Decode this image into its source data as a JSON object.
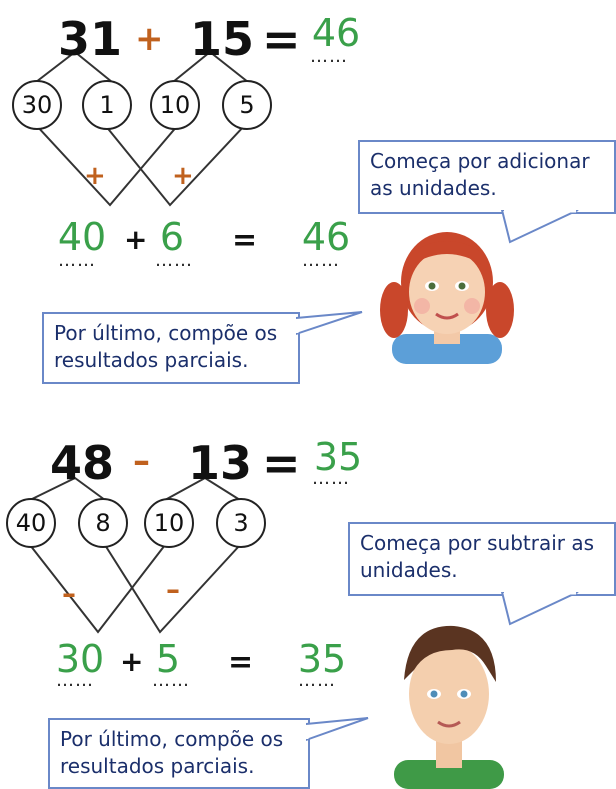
{
  "section1": {
    "equation": {
      "a": "31",
      "op": "+",
      "b": "15",
      "eq": "=",
      "answer": "46"
    },
    "parts": [
      "30",
      "1",
      "10",
      "5"
    ],
    "sum_ops": [
      "+",
      "+"
    ],
    "partial": {
      "a": "40",
      "op": "+",
      "b": "6",
      "eq": "=",
      "answer": "46"
    },
    "bubble_top": "Começa por adicionar as unidades.",
    "bubble_bottom": "Por último, compõe os resultados parciais.",
    "op_color": "#c0611e"
  },
  "section2": {
    "equation": {
      "a": "48",
      "op": "–",
      "b": "13",
      "eq": "=",
      "answer": "35"
    },
    "parts": [
      "40",
      "8",
      "10",
      "3"
    ],
    "sum_ops": [
      "–",
      "–"
    ],
    "partial": {
      "a": "30",
      "op": "+",
      "b": "5",
      "eq": "=",
      "answer": "35"
    },
    "bubble_top": "Começa por subtrair as unidades.",
    "bubble_bottom": "Por último, compõe os resultados parciais.",
    "op_color": "#c0611e"
  },
  "dots": "……"
}
